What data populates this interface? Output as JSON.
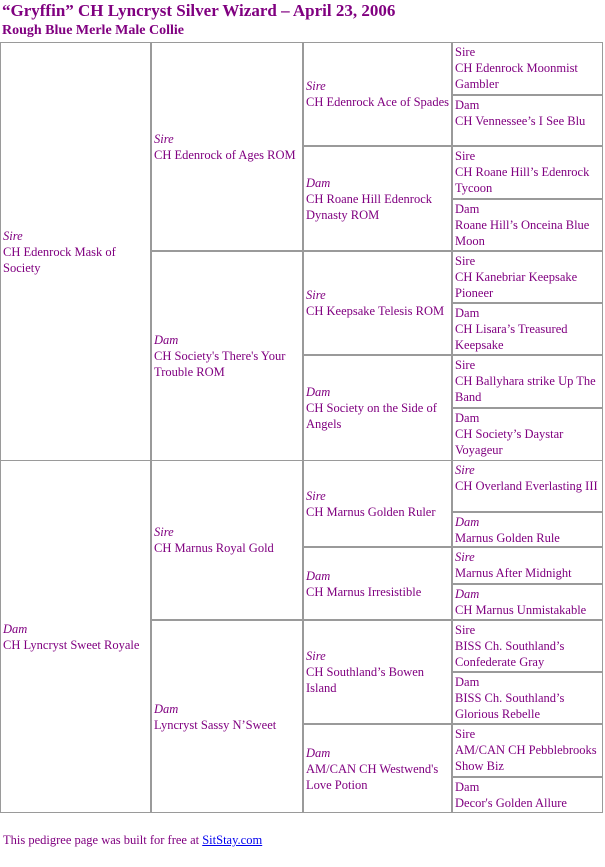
{
  "header": {
    "title": "“Gryffin” CH Lyncryst Silver Wizard – April 23, 2006",
    "subtitle": "Rough Blue Merle Male Collie"
  },
  "pedigree": {
    "sire": {
      "role": "Sire",
      "name": "CH Edenrock Mask of Society"
    },
    "dam": {
      "role": "Dam",
      "name": "CH Lyncryst Sweet Royale"
    },
    "ss": {
      "role": "Sire",
      "name": "CH Edenrock of Ages ROM"
    },
    "sd": {
      "role": "Dam",
      "name": "CH Society's There's Your Trouble ROM"
    },
    "ds": {
      "role": "Sire",
      "name": "CH Marnus Royal Gold"
    },
    "dd": {
      "role": "Dam",
      "name": "Lyncryst Sassy N’Sweet"
    },
    "sss": {
      "role": "Sire",
      "name": "CH Edenrock Ace of Spades"
    },
    "ssd": {
      "role": "Dam",
      "name": "CH Roane Hill Edenrock Dynasty ROM"
    },
    "sds": {
      "role": "Sire",
      "name": "CH Keepsake Telesis ROM"
    },
    "sdd": {
      "role": "Dam",
      "name": "CH Society on the Side of Angels"
    },
    "dss": {
      "role": "Sire",
      "name": "CH Marnus Golden Ruler"
    },
    "dsd": {
      "role": "Dam",
      "name": "CH Marnus Irresistible"
    },
    "dds": {
      "role": "Sire",
      "name": "CH Southland’s Bowen Island"
    },
    "ddd": {
      "role": "Dam",
      "name": "AM/CAN CH Westwend's Love Potion"
    },
    "ssss": {
      "role": "Sire",
      "name": "CH Edenrock Moonmist Gambler"
    },
    "sssd": {
      "role": "Dam",
      "name": "CH Vennessee’s I See Blu"
    },
    "ssds": {
      "role": "Sire",
      "name": "CH Roane Hill’s Edenrock Tycoon"
    },
    "ssdd": {
      "role": "Dam",
      "name": "Roane Hill’s Onceina Blue Moon"
    },
    "sdss": {
      "role": "Sire",
      "name": "CH Kanebriar Keepsake Pioneer"
    },
    "sdsd": {
      "role": "Dam",
      "name": "CH Lisara’s Treasured Keepsake"
    },
    "sdds": {
      "role": "Sire",
      "name": "CH Ballyhara strike Up The Band"
    },
    "sddd": {
      "role": "Dam",
      "name": "CH Society’s Daystar Voyageur"
    },
    "dsss": {
      "role": "Sire",
      "name": "CH Overland Everlasting III"
    },
    "dssd": {
      "role": "Dam",
      "name": "Marnus Golden Rule"
    },
    "dsds": {
      "role": "Sire",
      "name": "Marnus After Midnight"
    },
    "dsdd": {
      "role": "Dam",
      "name": "CH Marnus Unmistakable"
    },
    "ddss": {
      "role": "Sire",
      "name": "BISS Ch. Southland’s Confederate Gray"
    },
    "ddsd": {
      "role": "Dam",
      "name": "BISS Ch. Southland’s Glorious Rebelle"
    },
    "ddds": {
      "role": "Sire",
      "name": "AM/CAN CH Pebblebrooks Show Biz"
    },
    "dddd": {
      "role": "Dam",
      "name": "Decor's Golden Allure"
    }
  },
  "footer": {
    "text": "This pedigree page was built for free at ",
    "link": "SitStay.com"
  },
  "colors": {
    "text": "#800080",
    "link": "#0000ee",
    "border": "#9a9a9a"
  }
}
